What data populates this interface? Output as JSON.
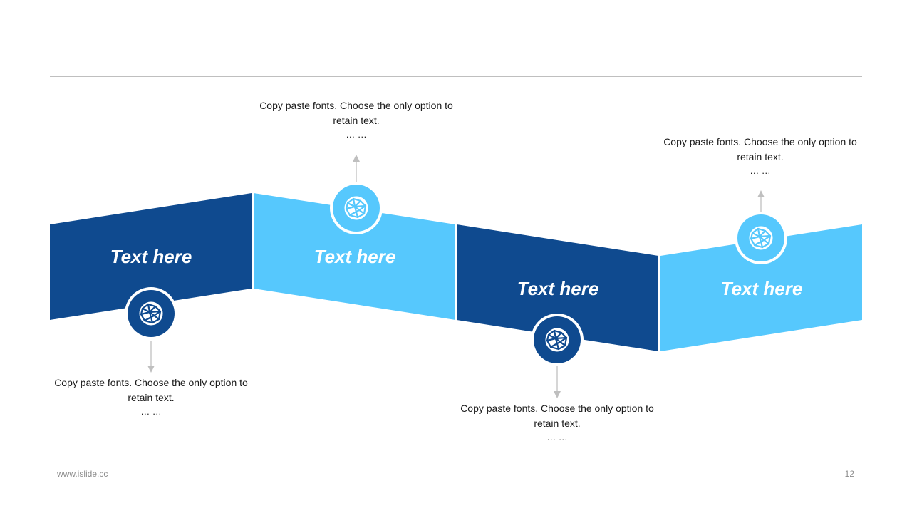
{
  "segments": [
    {
      "title": "Text here",
      "color": "#0f4a8f",
      "description": "Copy paste fonts. Choose the only option to retain text.",
      "ellipsis": "… …"
    },
    {
      "title": "Text here",
      "color": "#56c8fd",
      "description": "Copy paste fonts. Choose the only option to retain text.",
      "ellipsis": "… …"
    },
    {
      "title": "Text here",
      "color": "#0f4a8f",
      "description": "Copy paste fonts. Choose the only option to retain text.",
      "ellipsis": "… …"
    },
    {
      "title": "Text here",
      "color": "#56c8fd",
      "description": "Copy paste fonts. Choose the only option to retain text.",
      "ellipsis": "… …"
    }
  ],
  "icons": [
    "network-globe-icon",
    "network-globe-icon",
    "network-globe-icon",
    "network-globe-icon"
  ],
  "footer": {
    "url": "www.islide.cc",
    "page": "12"
  }
}
